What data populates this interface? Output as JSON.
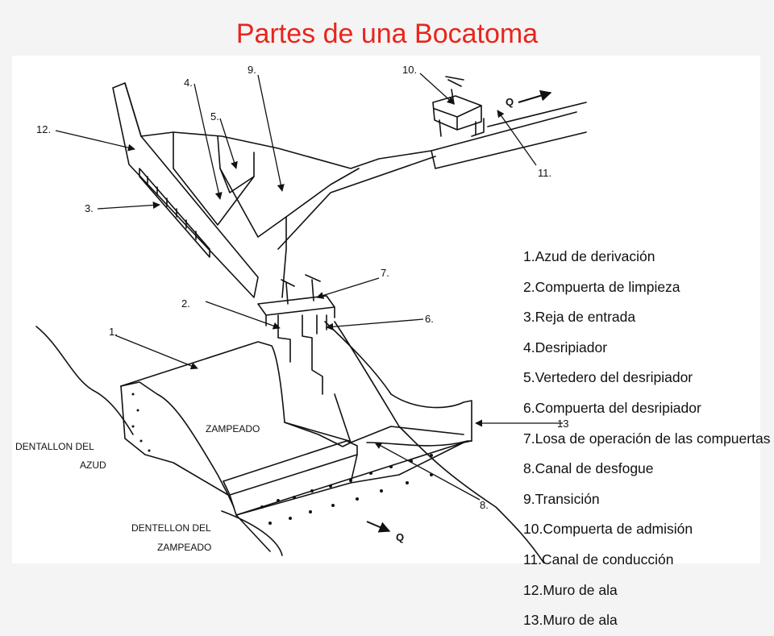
{
  "title": "Partes de una Bocatoma",
  "callouts": [
    "1.",
    "2.",
    "3.",
    "4.",
    "5.",
    "6.",
    "7.",
    "8.",
    "9.",
    "10.",
    "11.",
    "12.",
    "13"
  ],
  "legend": [
    "1.Azud de derivación",
    "2.Compuerta de limpieza",
    "3.Reja de entrada",
    "4.Desripiador",
    "5.Vertedero del desripiador",
    "6.Compuerta del desripiador",
    "7.Losa de operación de las compuertas",
    "8.Canal de desfogue",
    "9.Transición",
    "10.Compuerta de admisión",
    "11.Canal de conducción",
    "12.Muro de ala",
    "13.Muro de ala"
  ],
  "drawing_labels": {
    "zampeado": "ZAMPEADO",
    "dentellon_azud_1": "DENTALLON DEL",
    "dentellon_azud_2": "AZUD",
    "dentellon_zampeado_1": "DENTELLON DEL",
    "dentellon_zampeado_2": "ZAMPEADO",
    "flow_top": "Q",
    "flow_bottom": "Q"
  },
  "colors": {
    "title": "#e8251c",
    "line": "#111111"
  }
}
